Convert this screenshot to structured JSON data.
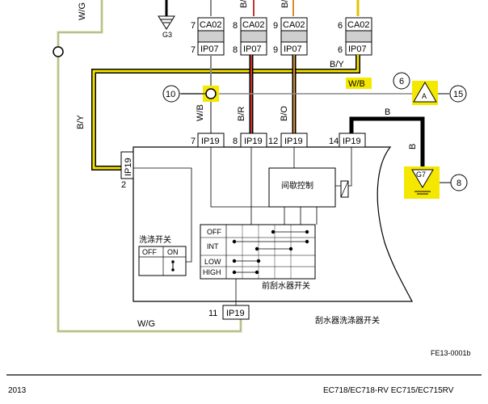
{
  "wires": {
    "w_g": "W/G",
    "b_y": "B/Y",
    "w_b": "W/B",
    "b_r": "B/R",
    "b_o": "B/O",
    "b": "B"
  },
  "connectors": {
    "ca02": "CA02",
    "ip07": "IP07",
    "ip19": "IP19",
    "pins_top": [
      "7",
      "8",
      "9",
      "6"
    ],
    "pins_ip19": [
      "7",
      "8",
      "12",
      "14"
    ],
    "pin_ip19_left": "2",
    "pin_ip19_bottom": "11"
  },
  "grounds": {
    "g3": "G3",
    "g7": "G7",
    "a": "A"
  },
  "callouts": [
    "10",
    "6",
    "15",
    "8"
  ],
  "components": {
    "intermittent_control": "间歇控制",
    "washer_switch": "洗涤开关",
    "front_wiper_switch": "前刮水器开关",
    "wiper_washer_switch": "刮水器洗涤器开关"
  },
  "washer_table": {
    "headers": [
      "OFF",
      "ON"
    ]
  },
  "wiper_positions": [
    "OFF",
    "INT",
    "LOW",
    "HIGH"
  ],
  "figure_code": "FE13-0001b",
  "footer": {
    "year": "2013",
    "models": "EC718/EC718-RV  EC715/EC715RV"
  }
}
